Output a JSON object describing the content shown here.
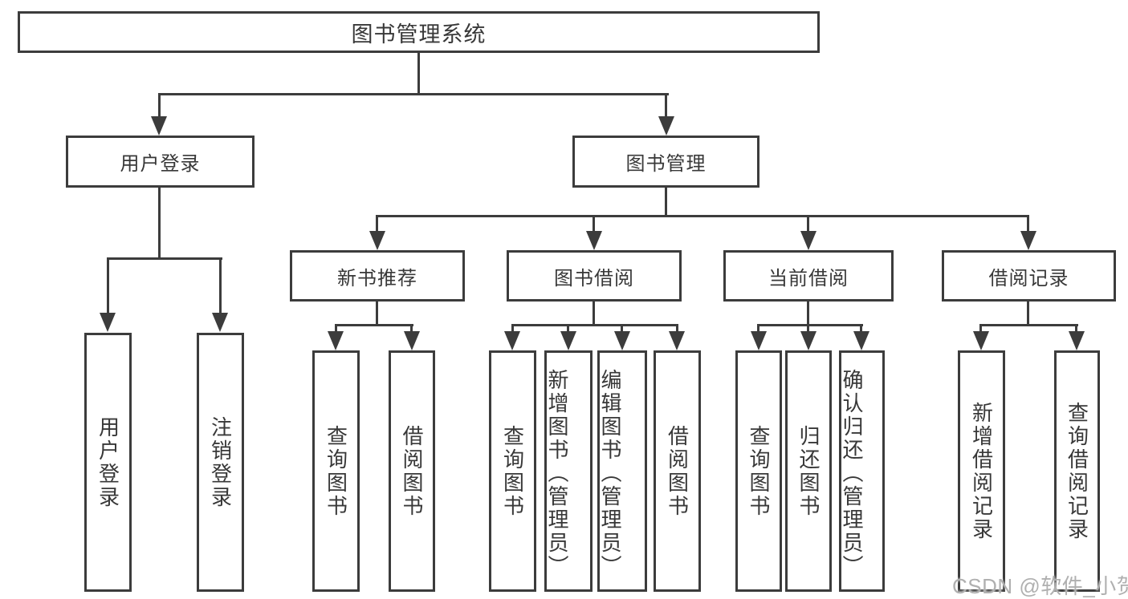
{
  "tree": {
    "root": "图书管理系统",
    "branches": [
      {
        "label": "用户登录",
        "children": [
          "用户登录",
          "注销登录"
        ]
      },
      {
        "label": "图书管理",
        "children": [
          {
            "label": "新书推荐",
            "children": [
              "查询图书",
              "借阅图书"
            ]
          },
          {
            "label": "图书借阅",
            "children": [
              "查询图书",
              "新增图书（管理员）",
              "编辑图书（管理员）",
              "借阅图书"
            ]
          },
          {
            "label": "当前借阅",
            "children": [
              "查询图书",
              "归还图书",
              "确认归还（管理员）"
            ]
          },
          {
            "label": "借阅记录",
            "children": [
              "新增借阅记录",
              "查询借阅记录"
            ]
          }
        ]
      }
    ]
  },
  "watermark": "CSDN @软件_小贺同学",
  "colors": {
    "line": "#3c3c3c",
    "text": "#383838",
    "background": "#ffffff",
    "watermark": "#b0b0b0"
  }
}
